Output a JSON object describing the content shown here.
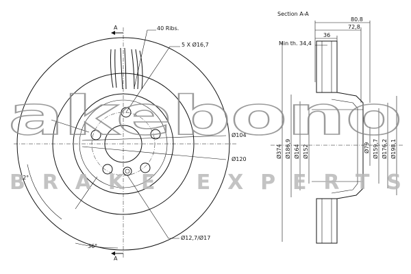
{
  "front_view": {
    "section_marker": "A",
    "ribs_label": "40 Ribs.",
    "bolt_holes_label": "5 X Ø16,7",
    "pcd_label": "Ø104",
    "pcd2_label": "Ø120",
    "aux_holes_label": "Ø12,7/Ø17",
    "angle_72": "72°",
    "angle_36": "36°"
  },
  "section_view": {
    "title": "Section A-A",
    "width_overall": "80.8",
    "width_hat": "72,8",
    "width_disc": "36",
    "min_thickness": "Min th. 34,4",
    "diameters_left": [
      "Ø374",
      "Ø186,9",
      "Ø164",
      "Ø152"
    ],
    "diameters_right": [
      "Ø79",
      "Ø159,7",
      "Ø176,2",
      "Ø198,1"
    ]
  },
  "watermark": {
    "logo_text": "akebono",
    "tagline": "BRAKE EXPERTS"
  }
}
